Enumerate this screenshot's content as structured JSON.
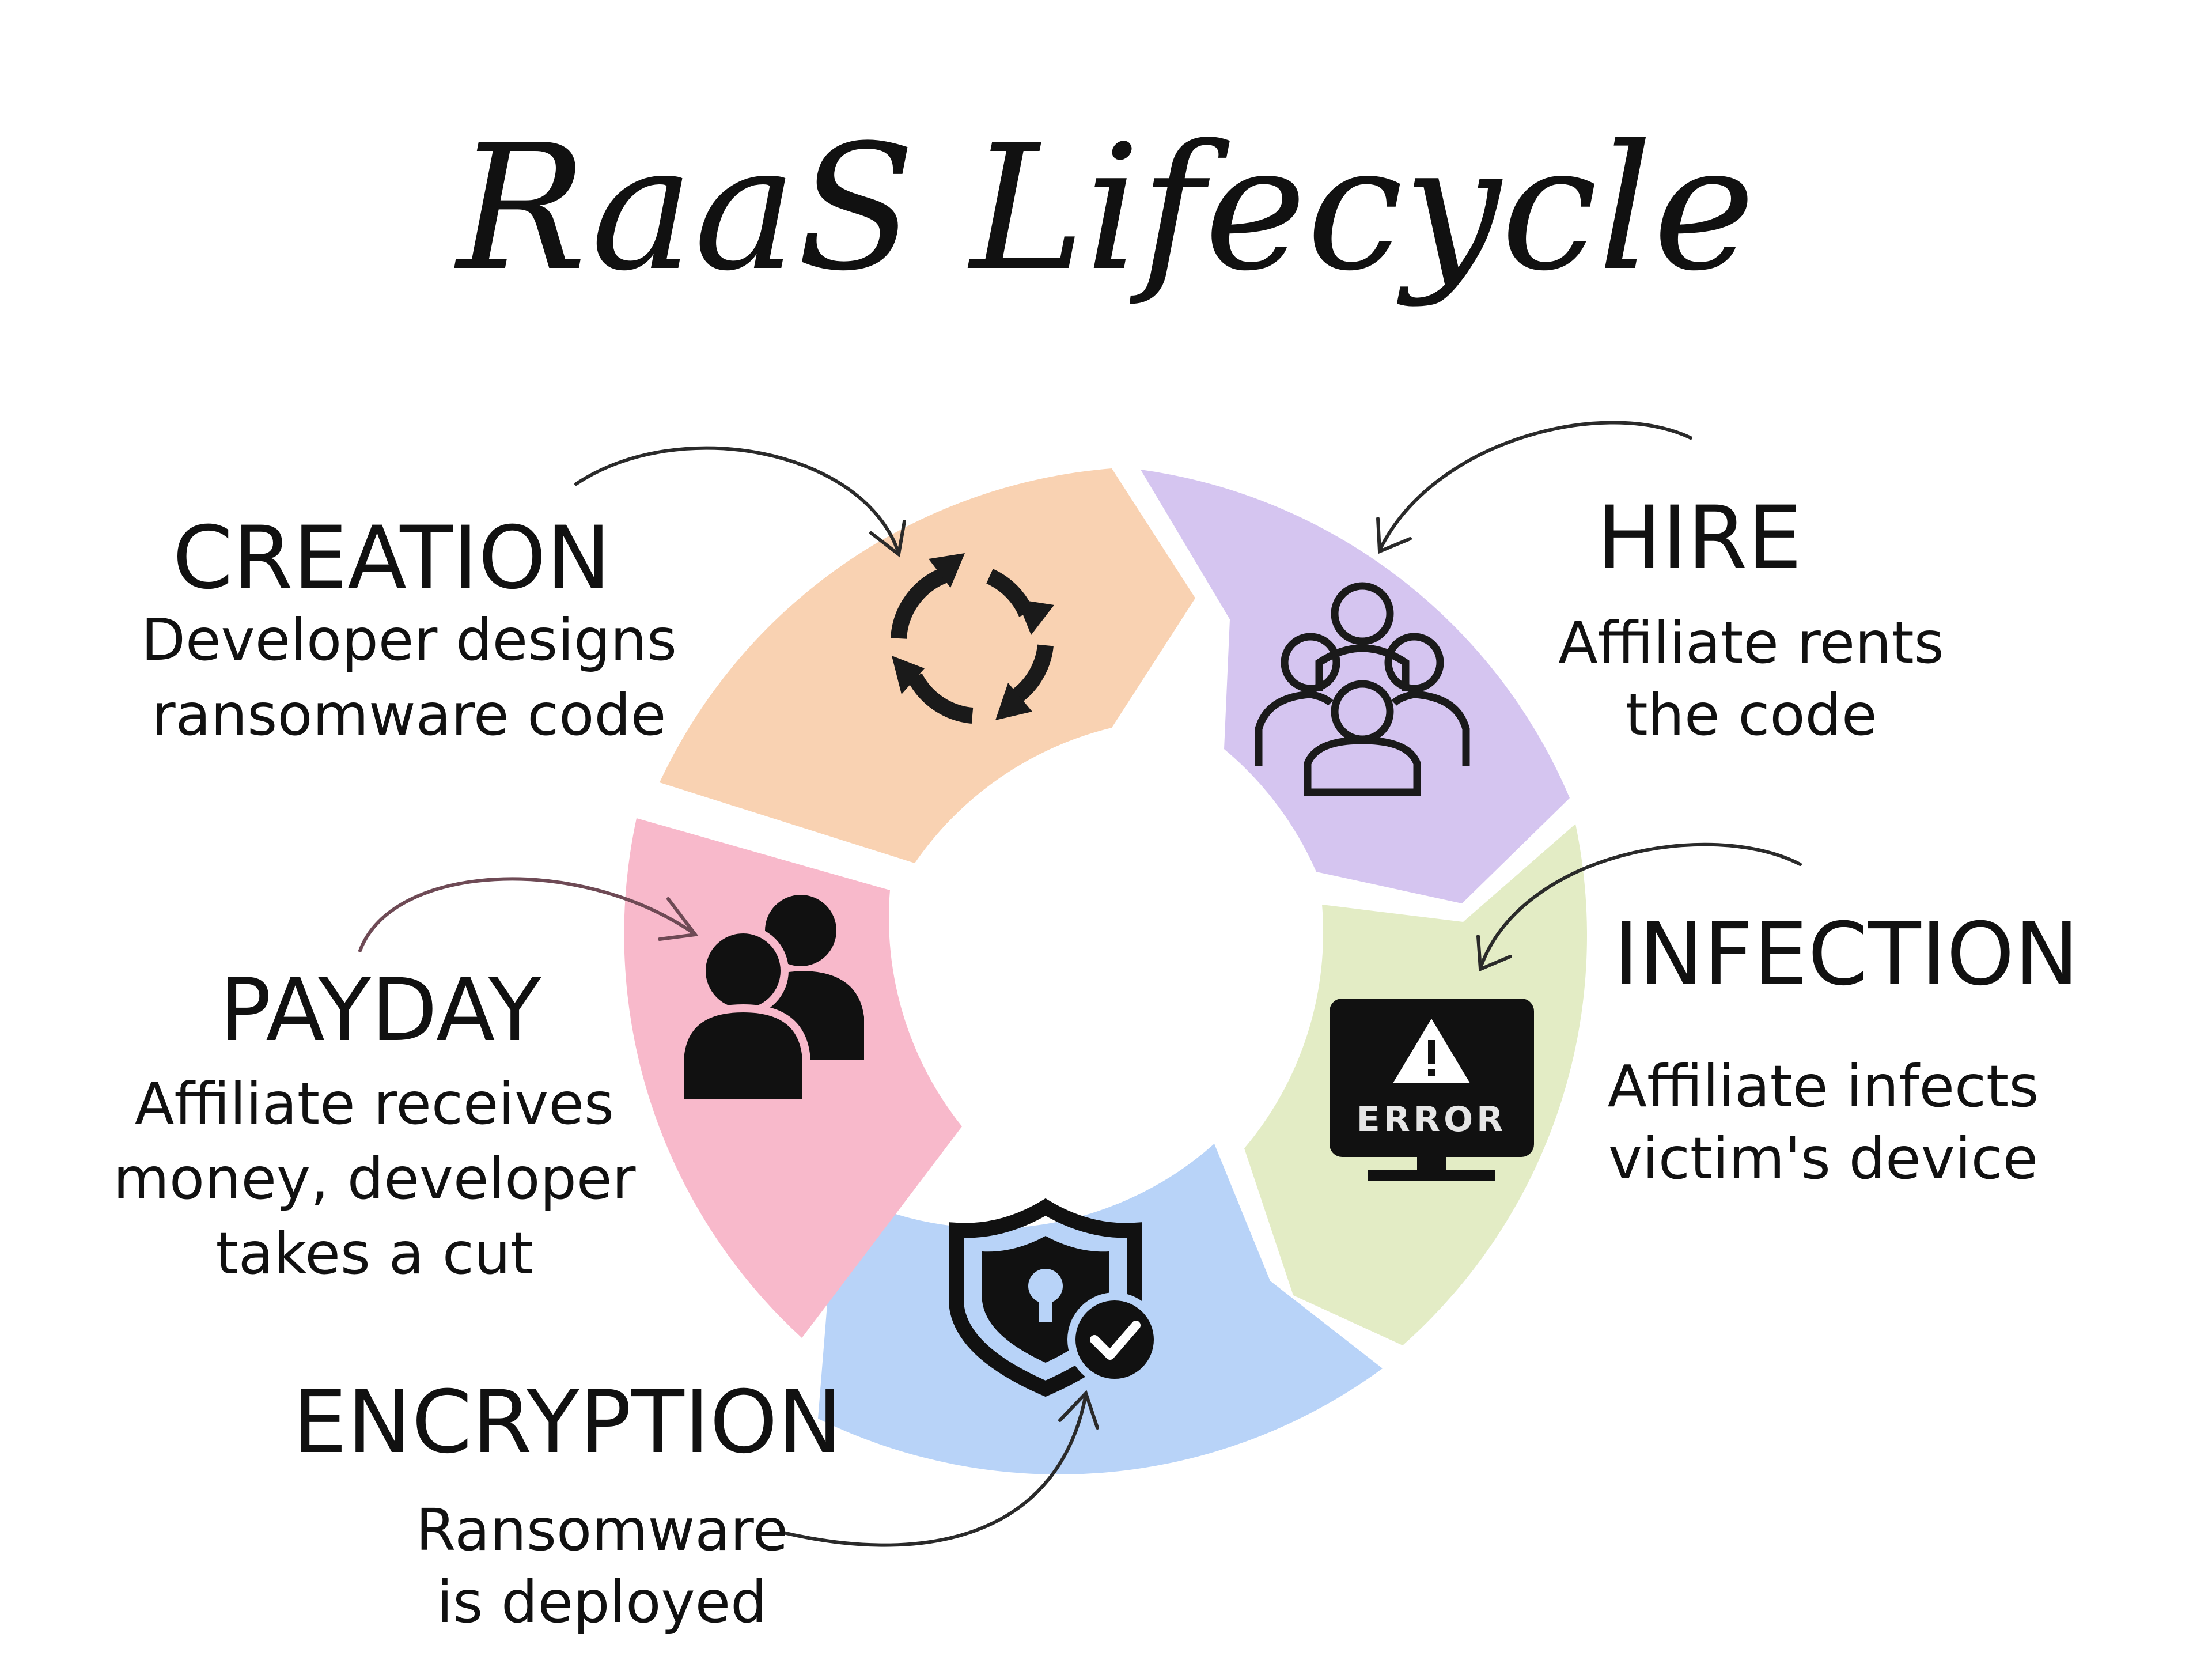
{
  "title": "RaaS Lifecycle",
  "colors": {
    "creation": "#f9d2b2",
    "hire": "#d5c5f0",
    "infection": "#e3ecc5",
    "encryption": "#b8d3f8",
    "payday": "#f8b9cb",
    "ink": "#111111",
    "arrow": "#2a2a2a",
    "payday_arrow": "#6e4a55"
  },
  "stages": [
    {
      "key": "creation",
      "heading": "CREATION",
      "desc": [
        "Developer designs",
        "ransomware code"
      ],
      "icon": "refresh-cycle-icon"
    },
    {
      "key": "hire",
      "heading": "HIRE",
      "desc": [
        "Affiliate rents",
        "the code"
      ],
      "icon": "people-group-icon"
    },
    {
      "key": "infection",
      "heading": "INFECTION",
      "desc": [
        "Affiliate  infects",
        "victim's device"
      ],
      "icon": "monitor-error-icon",
      "screen_text": "ERROR"
    },
    {
      "key": "encryption",
      "heading": "ENCRYPTION",
      "desc": [
        "Ransomware",
        "is deployed"
      ],
      "icon": "shield-lock-check-icon"
    },
    {
      "key": "payday",
      "heading": "PAYDAY",
      "desc": [
        "Affiliate receives",
        "money, developer",
        "takes a cut"
      ],
      "icon": "two-people-icon"
    }
  ]
}
